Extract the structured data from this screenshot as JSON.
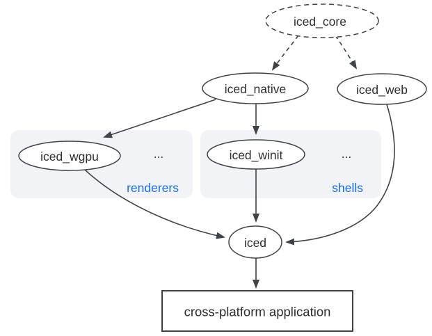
{
  "diagram": {
    "nodes": {
      "core": {
        "label": "iced_core",
        "border": "dashed"
      },
      "native": {
        "label": "iced_native",
        "border": "solid"
      },
      "web": {
        "label": "iced_web",
        "border": "solid"
      },
      "wgpu": {
        "label": "iced_wgpu",
        "border": "solid"
      },
      "winit": {
        "label": "iced_winit",
        "border": "solid"
      },
      "iced": {
        "label": "iced",
        "border": "solid"
      },
      "application": {
        "label": "cross-platform application",
        "shape": "rectangle"
      }
    },
    "groups": {
      "renderers": {
        "label": "renderers",
        "more": "..."
      },
      "shells": {
        "label": "shells",
        "more": "..."
      }
    },
    "edges": [
      {
        "from": "iced_core",
        "to": "iced_native",
        "style": "dashed"
      },
      {
        "from": "iced_core",
        "to": "iced_web",
        "style": "dashed"
      },
      {
        "from": "iced_native",
        "to": "iced_wgpu",
        "style": "solid"
      },
      {
        "from": "iced_native",
        "to": "iced_winit",
        "style": "solid"
      },
      {
        "from": "iced_wgpu",
        "to": "iced",
        "style": "solid"
      },
      {
        "from": "iced_winit",
        "to": "iced",
        "style": "solid"
      },
      {
        "from": "iced_web",
        "to": "iced",
        "style": "solid"
      },
      {
        "from": "iced",
        "to": "cross-platform application",
        "style": "solid"
      }
    ],
    "colors": {
      "stroke": "#3e4347",
      "text": "#2b2f33",
      "group_fill": "#f1f3f6",
      "group_label": "#1a6ce8",
      "background": "#ffffff"
    }
  }
}
